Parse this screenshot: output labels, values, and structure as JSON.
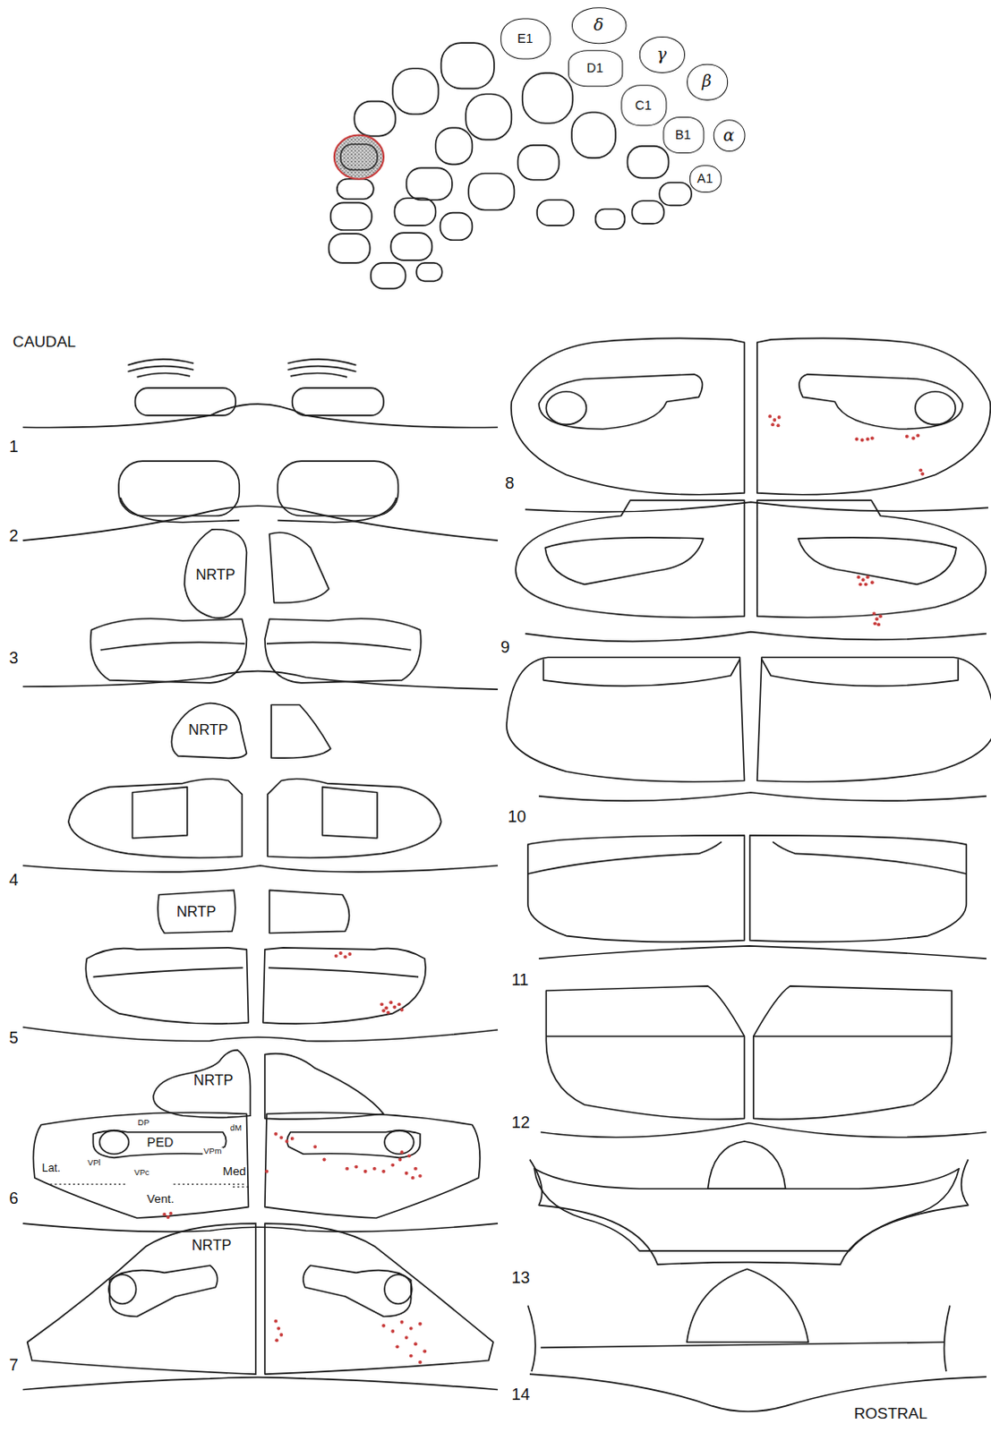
{
  "diagram": {
    "nodes": [
      {
        "text": [
          "E1"
        ]
      },
      {
        "text": [
          "δ"
        ]
      },
      {
        "text": [
          "D1"
        ]
      },
      {
        "text": [
          "γ"
        ]
      },
      {
        "text": [
          "C1"
        ]
      },
      {
        "text": [
          "β"
        ]
      },
      {
        "text": [
          "B1"
        ]
      },
      {
        "text": [
          "α"
        ]
      },
      {
        "text": [
          "A1"
        ]
      },
      {
        "text": [
          "NRTP"
        ]
      },
      {
        "text": [
          "NRTP"
        ]
      },
      {
        "text": [
          "NRTP"
        ]
      },
      {
        "text": [
          "NRTP"
        ]
      },
      {
        "text": [
          "NRTP"
        ]
      }
    ],
    "edges": [],
    "labels": [
      "CAUDAL",
      "1",
      "2",
      "3",
      "4",
      "5",
      "6",
      "DP",
      "PED",
      "dM",
      "VPm",
      "VPl",
      "VPc",
      "Med",
      "Lat.",
      "Vent.",
      "7",
      "8",
      "9",
      "10",
      "11",
      "12",
      "13",
      "14",
      "ROSTRAL"
    ]
  }
}
